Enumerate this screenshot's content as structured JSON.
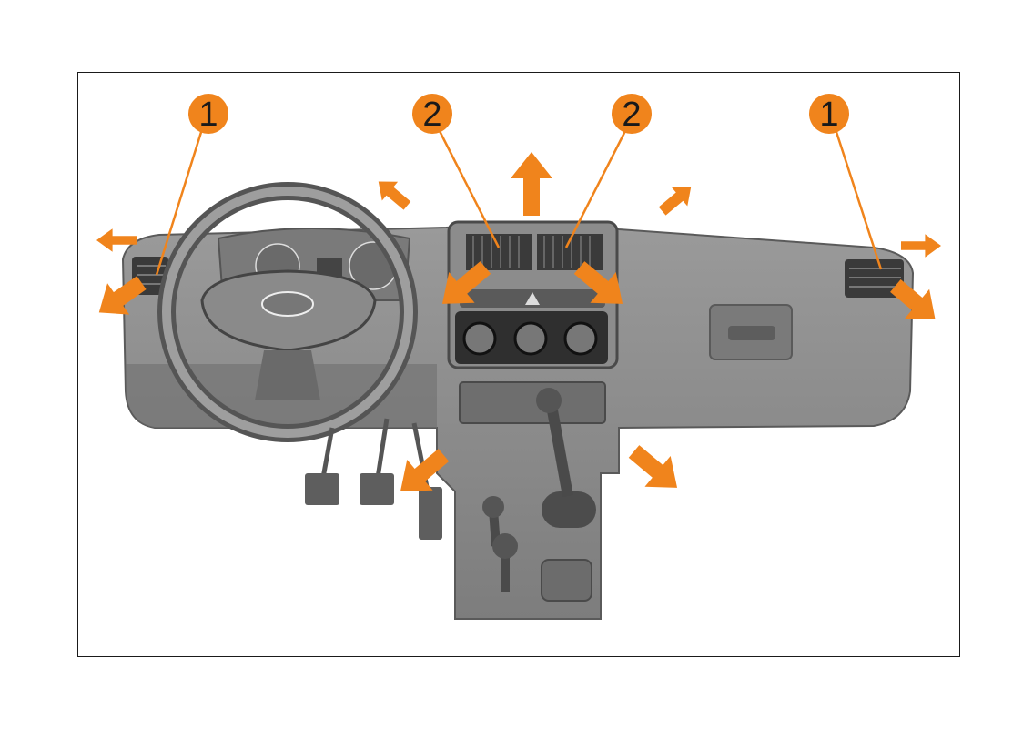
{
  "callouts": [
    {
      "id": "side-vent-left",
      "label": "1"
    },
    {
      "id": "center-vent-left",
      "label": "2"
    },
    {
      "id": "center-vent-right",
      "label": "2"
    },
    {
      "id": "side-vent-right",
      "label": "1"
    }
  ],
  "colors": {
    "accent": "#f0841c",
    "leader": "#f0841c",
    "dashboard": "#8a8a8a",
    "dashboard_dark": "#4a4a4a",
    "frame": "#1a1a1a",
    "background": "#ffffff"
  }
}
